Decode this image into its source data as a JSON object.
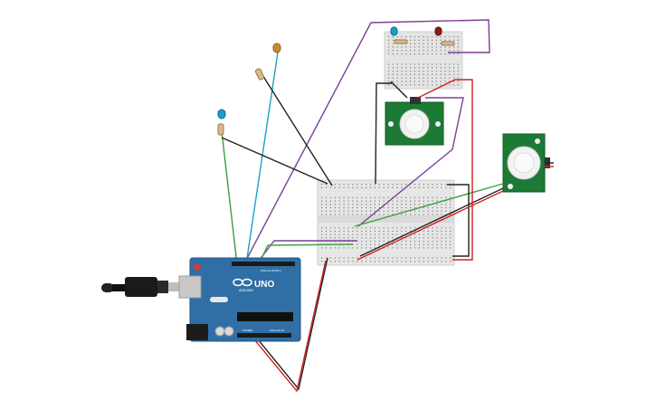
{
  "arduino": {
    "model": "UNO",
    "brand": "ARDUINO",
    "labels": {
      "top": "DIGITAL (PWM~)",
      "power": "POWER",
      "analog": "ANALOG IN"
    }
  },
  "components": {
    "arduino": "Arduino Uno R3",
    "breadboard_main": "breadboard",
    "breadboard_small": "mini breadboard",
    "pir_top": "PIR motion sensor",
    "pir_right": "PIR motion sensor",
    "leds": [
      "blue LED",
      "orange LED",
      "blue LED",
      "red LED"
    ],
    "resistors": 4,
    "usb_cable": "USB cable"
  },
  "colors": {
    "board_blue": "#2f6fa6",
    "breadboard": "#e6e6e6",
    "pir_pcb": "#1d7a35",
    "wire_purple": "#7a3f98",
    "wire_red": "#d32020",
    "wire_black": "#222222",
    "wire_green": "#3aa03a",
    "wire_cyan": "#1aa0c8"
  }
}
